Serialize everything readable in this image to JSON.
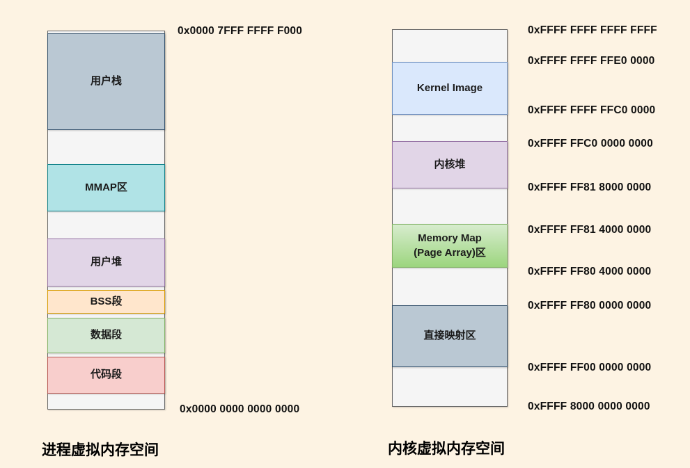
{
  "colors": {
    "background": "#FDF3E3",
    "empty_segment_fill": "#F5F5F5",
    "empty_segment_border": "#666666",
    "address_text": "#111111"
  },
  "left_diagram": {
    "title": "进程虚拟内存空间",
    "top_address": "0x0000 7FFF FFFF F000",
    "bottom_address": "0x0000 0000 0000 0000",
    "segments": [
      {
        "label": "用户栈",
        "fill": "#BAC8D3",
        "border": "#33506B"
      },
      {
        "label": "MMAP区",
        "fill": "#B0E3E6",
        "border": "#0E8088"
      },
      {
        "label": "用户堆",
        "fill": "#E1D5E7",
        "border": "#9673A6"
      },
      {
        "label": "BSS段",
        "fill": "#FFE6CC",
        "border": "#D79B00"
      },
      {
        "label": "数据段",
        "fill": "#D5E8D4",
        "border": "#82B366"
      },
      {
        "label": "代码段",
        "fill": "#F8CECC",
        "border": "#B85450"
      }
    ]
  },
  "right_diagram": {
    "title": "内核虚拟内存空间",
    "segments": [
      {
        "label": "Kernel Image",
        "fill": "#DAE8FC",
        "border": "#6C8EBF"
      },
      {
        "label": "内核堆",
        "fill": "#E1D5E7",
        "border": "#9673A6"
      },
      {
        "label": "Memory Map\n(Page Array)区",
        "fill": "#D7ECCE",
        "fill_bottom": "#9CD57E",
        "border": "#82B366"
      },
      {
        "label": "直接映射区",
        "fill": "#BAC8D3",
        "border": "#33506B"
      }
    ],
    "addresses": [
      "0xFFFF FFFF FFFF FFFF",
      "0xFFFF FFFF FFE0 0000",
      "0xFFFF FFFF FFC0 0000",
      "0xFFFF FFC0 0000 0000",
      "0xFFFF FF81 8000 0000",
      "0xFFFF FF81 4000 0000",
      "0xFFFF FF80 4000 0000",
      "0xFFFF FF80 0000 0000",
      "0xFFFF FF00 0000 0000",
      "0xFFFF 8000 0000 0000"
    ]
  }
}
